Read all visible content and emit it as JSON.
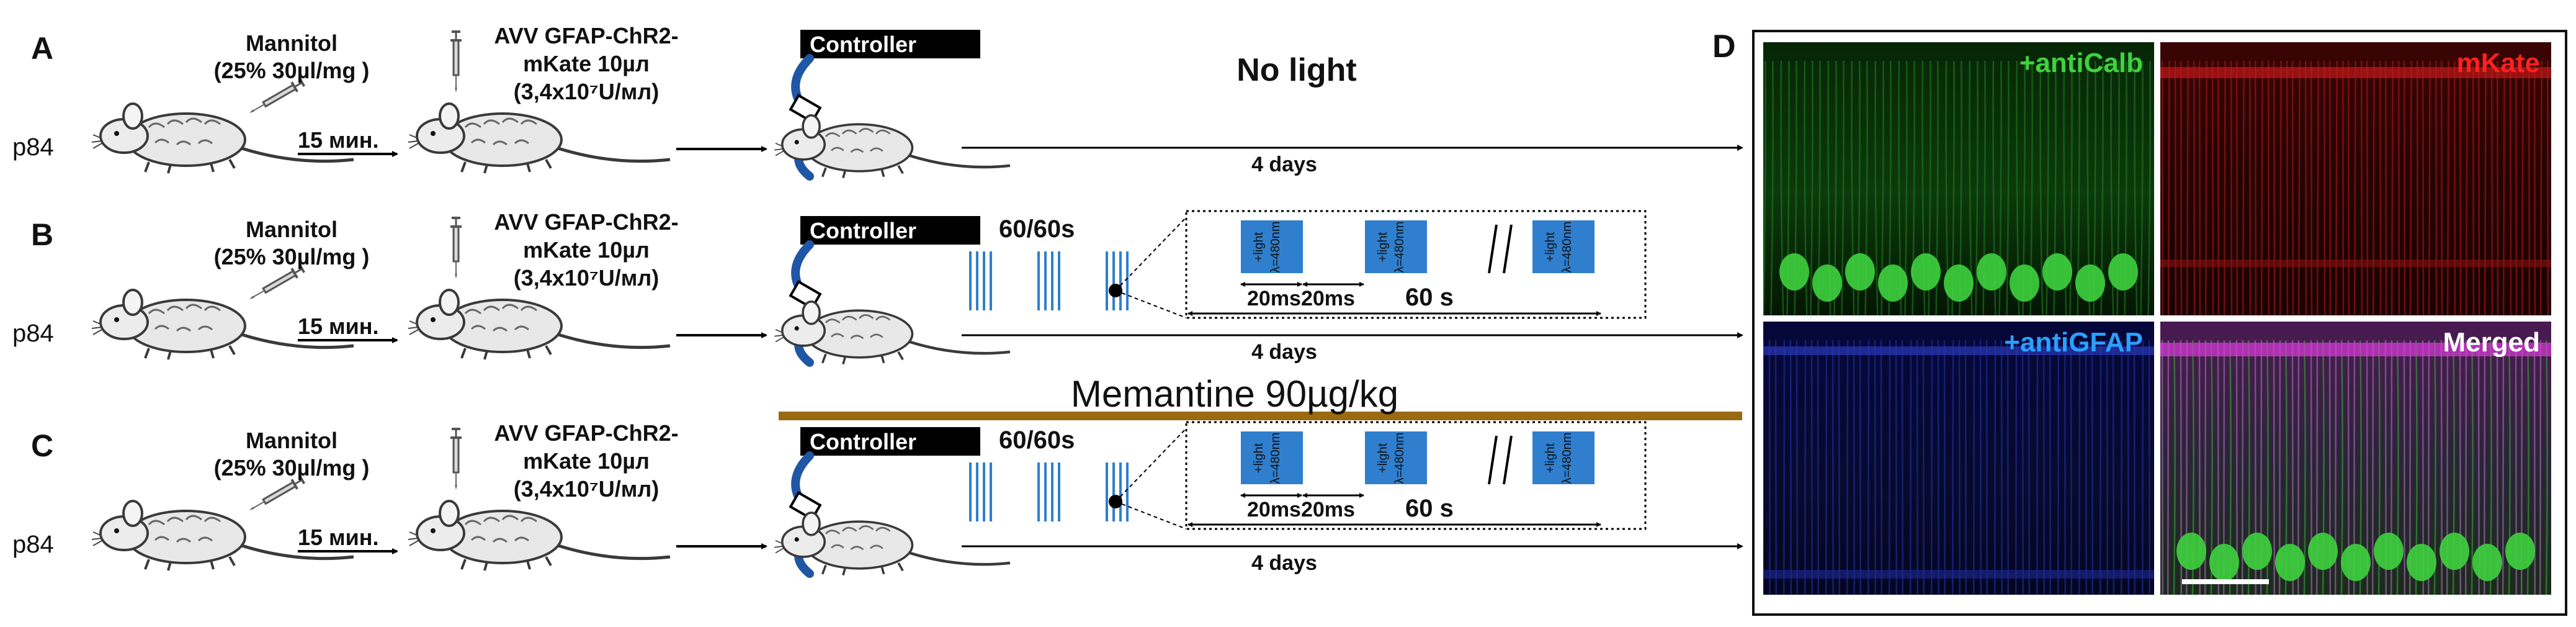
{
  "panels": [
    {
      "letter": "A",
      "age": "p84",
      "mannitol": [
        "Mannitol",
        "(25% 30µl/mg )"
      ],
      "delay": "15 мин.",
      "virus": [
        "AVV GFAP-ChR2-",
        "mKate 10µл",
        "(3,4x10⁷U/мл)"
      ],
      "controller": "Controller",
      "condition": "No light",
      "duration": "4 days"
    },
    {
      "letter": "B",
      "age": "p84",
      "mannitol": [
        "Mannitol",
        "(25% 30µl/mg )"
      ],
      "delay": "15 мин.",
      "virus": [
        "AVV GFAP-ChR2-",
        "mKate 10µл",
        "(3,4x10⁷U/мл)"
      ],
      "controller": "Controller",
      "protocol": "60/60s",
      "pulse_label": "+light",
      "wavelength": "λ=480nm",
      "pulse_timing": "20ms20ms",
      "period": "60 s",
      "duration": "4 days"
    },
    {
      "letter": "C",
      "age": "p84",
      "mannitol": [
        "Mannitol",
        "(25% 30µl/mg )"
      ],
      "delay": "15 мин.",
      "virus": [
        "AVV GFAP-ChR2-",
        "mKate 10µл",
        "(3,4x10⁷U/мл)"
      ],
      "controller": "Controller",
      "protocol": "60/60s",
      "pulse_label": "+light",
      "wavelength": "λ=480nm",
      "pulse_timing": "20ms20ms",
      "period": "60 s",
      "duration": "4 days"
    }
  ],
  "memantine": "Memantine 90µg/kg",
  "micrographs": {
    "letter": "D",
    "tiles": [
      {
        "label": "+antiCalb",
        "label_color": "#3fd23f",
        "tint": "green"
      },
      {
        "label": "mKate",
        "label_color": "#ff2020",
        "tint": "red"
      },
      {
        "label": "+antiGFAP",
        "label_color": "#2aa0ff",
        "tint": "blue"
      },
      {
        "label": "Merged",
        "label_color": "#ffffff",
        "tint": "merged"
      }
    ]
  },
  "colors": {
    "pulse_blue": "#2f7fce",
    "memantine_bar": "#9a6a12",
    "cable_blue": "#1f56a6"
  }
}
